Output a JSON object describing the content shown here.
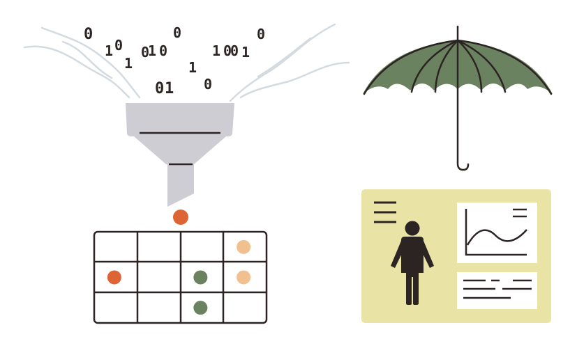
{
  "binary_stream": {
    "digits": [
      "0",
      "1",
      "0",
      "1",
      "0",
      "0",
      "0",
      "1",
      "0",
      "1",
      "0",
      "1",
      "0",
      "1",
      "0",
      "1",
      "0"
    ]
  },
  "colors": {
    "ink": "#2b2422",
    "funnel": "#cfcdd4",
    "umbrella": "#6b8260",
    "orange_dot": "#dd6434",
    "peach_dot": "#f2c08e",
    "green_dot": "#6b8260",
    "card": "#e9e4a6",
    "panel": "#ffffff",
    "smoke": "#d4dbe0"
  },
  "grid": {
    "rows": 3,
    "cols": 4,
    "dots": [
      {
        "row": 0,
        "col": 3,
        "color": "peach"
      },
      {
        "row": 1,
        "col": 0,
        "color": "orange"
      },
      {
        "row": 1,
        "col": 2,
        "color": "green"
      },
      {
        "row": 1,
        "col": 3,
        "color": "peach"
      },
      {
        "row": 2,
        "col": 2,
        "color": "green"
      }
    ]
  },
  "icons": [
    "funnel-icon",
    "umbrella-icon",
    "person-icon",
    "line-chart-icon",
    "menu-icon",
    "text-lines-icon"
  ]
}
